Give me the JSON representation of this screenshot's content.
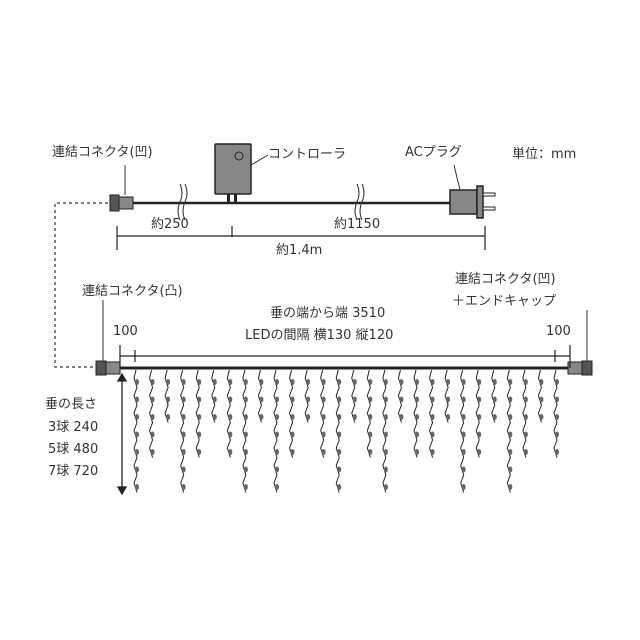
{
  "labels": {
    "connector_top": "連結コネクタ(凹)",
    "controller": "コントローラ",
    "ac_plug": "ACプラグ",
    "unit": "単位：mm",
    "len_250": "約250",
    "len_1150": "約1150",
    "len_total": "約1.4m",
    "connector_male": "連結コネクタ(凸)",
    "connector_female_line1": "連結コネクタ(凹)",
    "connector_female_line2": "＋エンドキャップ",
    "span": "垂の端から端 3510",
    "spacing": "LEDの間隔 横130 縦120",
    "margin_left": "100",
    "margin_right": "100",
    "drop_title": "垂の長さ",
    "drop_3": "3球 240",
    "drop_5": "5球 480",
    "drop_7": "7球 720"
  },
  "strand_bulbs": [
    7,
    5,
    3,
    7,
    5,
    3,
    5,
    7,
    3,
    7,
    5,
    3,
    5,
    7,
    3,
    5,
    7,
    3,
    5,
    5,
    3,
    7,
    5,
    3,
    7,
    5,
    3,
    5
  ],
  "colors": {
    "line": "#222222",
    "device": "#777777",
    "connector": "#555555",
    "bulb": "#666666"
  }
}
